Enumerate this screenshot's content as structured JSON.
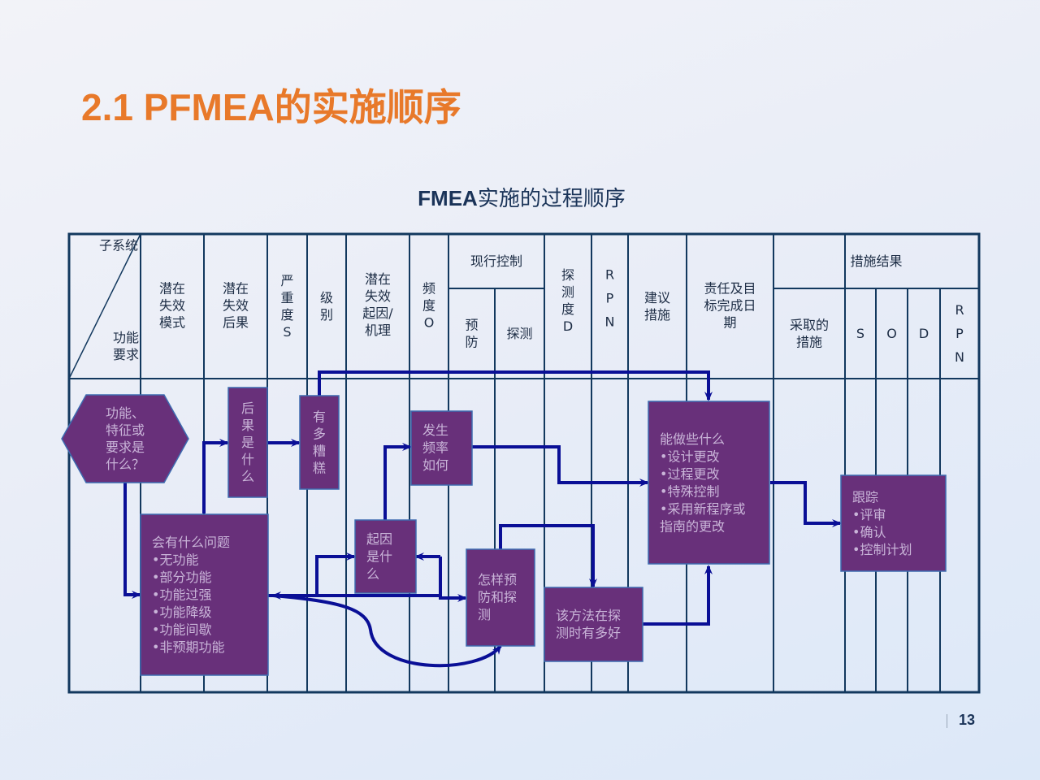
{
  "slide": {
    "title": "2.1 PFMEA的实施顺序",
    "page_number": "13"
  },
  "diagram": {
    "title_latin": "FMEA",
    "title_cn": "实施的过程顺序",
    "corner": {
      "top_right": "子系统",
      "bottom_left": [
        "功能",
        "要求"
      ]
    },
    "headers": [
      {
        "id": "mode",
        "lines": [
          "潜在",
          "失效",
          "模式"
        ]
      },
      {
        "id": "effect",
        "lines": [
          "潜在",
          "失效",
          "后果"
        ]
      },
      {
        "id": "severity",
        "lines": [
          "严",
          "重",
          "度",
          "S"
        ]
      },
      {
        "id": "class",
        "lines": [
          "级",
          "别"
        ]
      },
      {
        "id": "cause",
        "lines": [
          "潜在",
          "失效",
          "起因/",
          "机理"
        ]
      },
      {
        "id": "occurrence",
        "lines": [
          "频",
          "度",
          "O"
        ]
      },
      {
        "id": "current-controls",
        "lines": [
          "现行控制"
        ]
      },
      {
        "id": "prevention",
        "lines": [
          "预",
          "防"
        ]
      },
      {
        "id": "detection-control",
        "lines": [
          "探测"
        ]
      },
      {
        "id": "detection",
        "lines": [
          "探",
          "测",
          "度",
          "D"
        ]
      },
      {
        "id": "rpn",
        "lines": [
          "R",
          "P",
          "N"
        ]
      },
      {
        "id": "recommended-actions",
        "lines": [
          "建议",
          "措施"
        ]
      },
      {
        "id": "responsibility",
        "lines": [
          "责任及目",
          "标完成日",
          "期"
        ]
      },
      {
        "id": "action-results",
        "lines": [
          "措施结果"
        ]
      },
      {
        "id": "actions-taken",
        "lines": [
          "采取的",
          "措施"
        ]
      },
      {
        "id": "new-s",
        "lines": [
          "S"
        ]
      },
      {
        "id": "new-o",
        "lines": [
          "O"
        ]
      },
      {
        "id": "new-d",
        "lines": [
          "D"
        ]
      },
      {
        "id": "new-rpn",
        "lines": [
          "R",
          "P",
          "N"
        ]
      }
    ],
    "boxes": [
      {
        "id": "function-requirement",
        "shape": "hexagon",
        "lines": [
          "功能、",
          "特征或",
          "要求是",
          "什么？"
        ]
      },
      {
        "id": "effects",
        "lines": [
          "后",
          "果",
          "是",
          "什",
          "么"
        ]
      },
      {
        "id": "how-bad",
        "lines": [
          "有",
          "多",
          "糟",
          "糕"
        ]
      },
      {
        "id": "what-can-go-wrong",
        "lines": [
          "会有什么问题",
          "•无功能",
          "•部分功能",
          "•功能过强",
          "•功能降级",
          "•功能间歇",
          "•非预期功能"
        ]
      },
      {
        "id": "causes",
        "lines": [
          "起因",
          "是什",
          "么"
        ]
      },
      {
        "id": "how-often",
        "lines": [
          "发生",
          "频率",
          "如何"
        ]
      },
      {
        "id": "prevent-detect",
        "lines": [
          "怎样预",
          "防和探",
          "测"
        ]
      },
      {
        "id": "detection-effectiveness",
        "lines": [
          "该方法在探",
          "测时有多好"
        ]
      },
      {
        "id": "what-can-be-done",
        "lines": [
          "能做些什么",
          "•设计更改",
          "•过程更改",
          "•特殊控制",
          "•采用新程序或",
          "指南的更改"
        ]
      },
      {
        "id": "follow-up",
        "lines": [
          "跟踪",
          "•评审",
          "•确认",
          "•控制计划"
        ]
      }
    ]
  },
  "colors": {
    "title_orange": "#e8792a",
    "box_purple": "#68307a",
    "box_border": "#3d6bb0",
    "arrow_navy": "#0a0f96",
    "grid_line": "#12385e",
    "box_text": "#c9b4d8"
  }
}
